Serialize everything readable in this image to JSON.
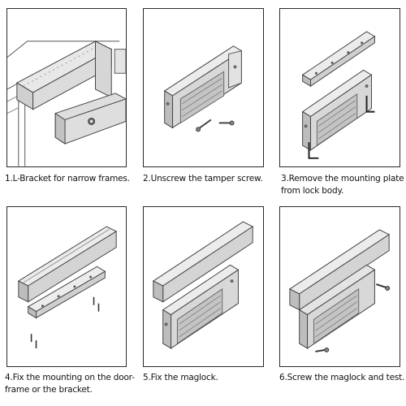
{
  "steps": [
    {
      "caption": "1.L-Bracket for narrow frames."
    },
    {
      "caption": "2.Unscrew the tamper screw."
    },
    {
      "caption": "3.Remove the mounting plate\nfrom lock body."
    },
    {
      "caption": "4.Fix the mounting on the door-\nframe or the bracket."
    },
    {
      "caption": "5.Fix the maglock."
    },
    {
      "caption": "6.Screw the maglock and test."
    }
  ],
  "colors": {
    "border": "#2a2a2a",
    "metal_light": "#e6e6e6",
    "metal_mid": "#c9c9c9",
    "metal_dark": "#9a9a9a",
    "line": "#444444"
  }
}
